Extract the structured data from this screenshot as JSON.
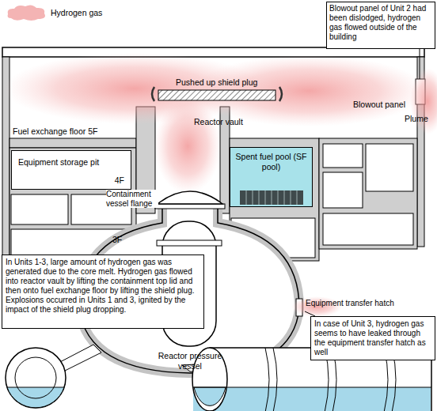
{
  "diagram": {
    "nodes": [
      {
        "text": [
          "Blowout panel of Unit 2 had been dislodged, hydrogen gas flowed outside of the building"
        ]
      },
      {
        "text": [
          "Spent fuel pool (SF pool)"
        ]
      },
      {
        "text": [
          "Equipment storage pit",
          "4F"
        ]
      },
      {
        "text": [
          "Reactor pressure vessel"
        ]
      },
      {
        "text": [
          "In Units 1-3, large amount of hydrogen gas was generated due to the core melt. Hydrogen gas flowed into reactor vault by lifting the containment top lid and then onto fuel exchange floor by lifting the shield plug. Explosions occurred in Units 1 and 3, ignited by the impact of the shield plug dropping."
        ]
      },
      {
        "text": [
          "In case of Unit 3, hydrogen gas seems to have leaked through the equipment transfer hatch as well"
        ]
      }
    ],
    "labels": [
      "Plume",
      "Blowout panel",
      "Pushed up shield plug",
      "Reactor vault",
      "Fuel exchange floor 5F",
      "Containment vessel flange",
      "3F",
      "Equipment transfer hatch"
    ],
    "legend": [
      {
        "text": "Hydrogen gas",
        "color": "#f4b4b4"
      }
    ]
  }
}
